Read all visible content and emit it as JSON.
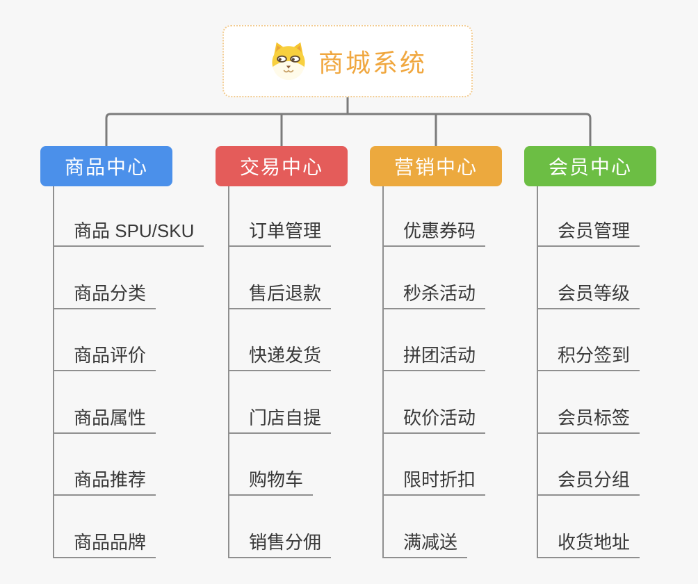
{
  "root": {
    "label": "商城系统",
    "icon": "dog-icon"
  },
  "colors": {
    "root_text": "#f0a73f",
    "root_border": "#f2cb90",
    "bus_line": "#7b7b7b",
    "leaf_line": "#8f8f8f",
    "leaf_text": "#383838",
    "background": "#f7f7f7"
  },
  "branches": [
    {
      "id": "product-center",
      "label": "商品中心",
      "color": "#4b90ea",
      "children": [
        "商品 SPU/SKU",
        "商品分类",
        "商品评价",
        "商品属性",
        "商品推荐",
        "商品品牌"
      ]
    },
    {
      "id": "trade-center",
      "label": "交易中心",
      "color": "#e45c5a",
      "children": [
        "订单管理",
        "售后退款",
        "快递发货",
        "门店自提",
        "购物车",
        "销售分佣"
      ]
    },
    {
      "id": "marketing-center",
      "label": "营销中心",
      "color": "#eca93e",
      "children": [
        "优惠券码",
        "秒杀活动",
        "拼团活动",
        "砍价活动",
        "限时折扣",
        "满减送"
      ]
    },
    {
      "id": "member-center",
      "label": "会员中心",
      "color": "#6cbe44",
      "children": [
        "会员管理",
        "会员等级",
        "积分签到",
        "会员标签",
        "会员分组",
        "收货地址"
      ]
    }
  ]
}
